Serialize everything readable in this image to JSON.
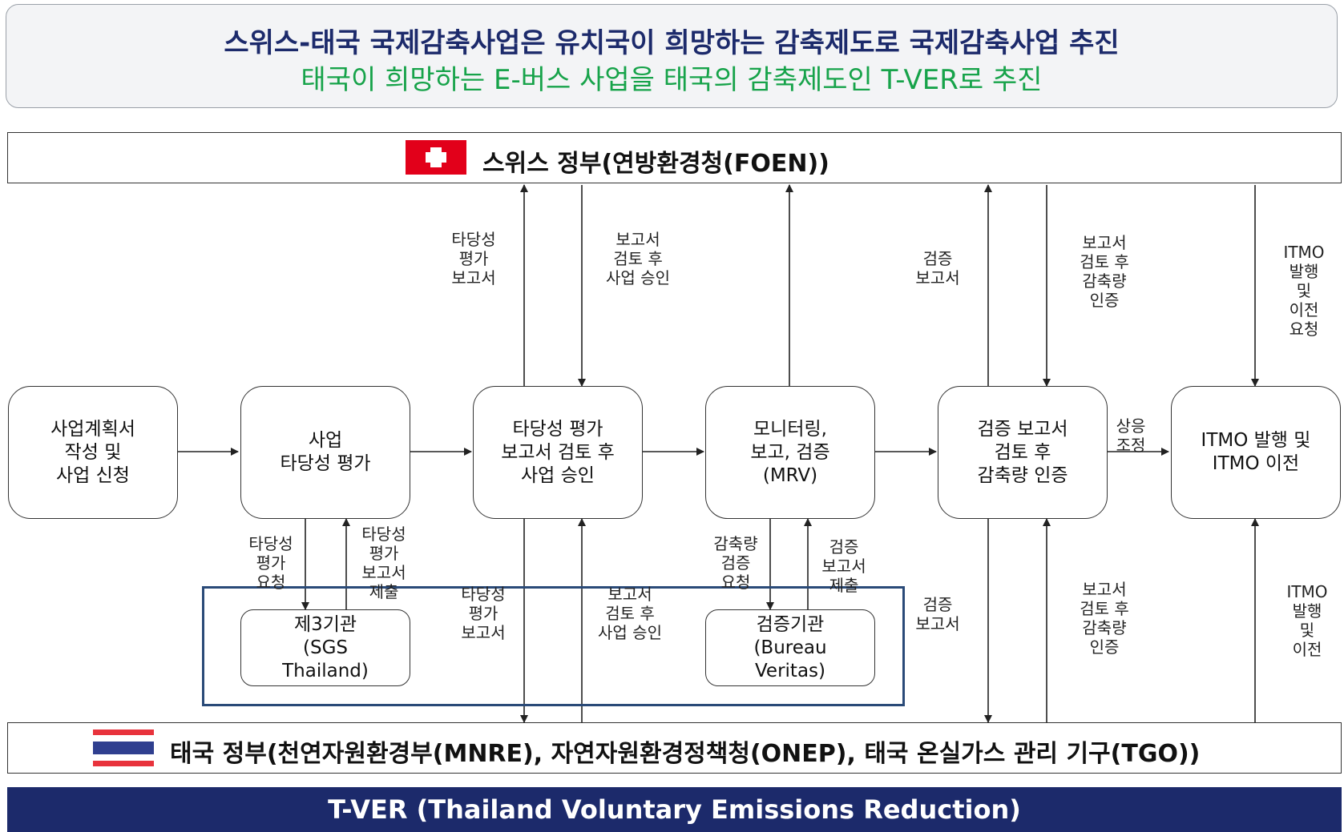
{
  "header": {
    "line1": "스위스-태국 국제감축사업은 유치국이 희망하는 감축제도로 국제감축사업 추진",
    "line2": "태국이 희망하는 E-버스 사업을 태국의 감축제도인 T-VER로 추진"
  },
  "swiss_gov": {
    "label": "스위스 정부(연방환경청(FOEN))"
  },
  "thai_gov": {
    "label": "태국 정부(천연자원환경부(MNRE), 자연자원환경정책청(ONEP), 태국 온실가스 관리 기구(TGO))"
  },
  "nodes": [
    "사업계획서\n작성 및\n사업 신청",
    "사업\n타당성 평가",
    "타당성 평가\n보고서 검토 후\n사업 승인",
    "모니터링,\n보고, 검증\n(MRV)",
    "검증 보고서\n검토 후\n감축량 인증",
    "ITMO 발행 및\nITMO 이전"
  ],
  "agencies": {
    "third_party": "제3기관\n(SGS\nThailand)",
    "verifier": "검증기관\n(Bureau\nVeritas)"
  },
  "labels": {
    "up_feasibility_report": "타당성\n평가\n보고서",
    "down_review_approve": "보고서\n검토 후\n사업 승인",
    "up_verification_report": "검증\n보고서",
    "down_review_certify": "보고서\n검토 후\n감축량\n인증",
    "down_itmo_request": "ITMO\n발행 및\n이전 요청",
    "feasibility_request": "타당성\n평가\n요청",
    "feasibility_submit": "타당성\n평가\n보고서\n제출",
    "reduction_verify_request": "감축량\n검증\n요청",
    "verification_submit": "검증\n보고서\n제출",
    "low_feasibility_report": "타당성\n평가\n보고서",
    "low_review_approve": "보고서\n검토 후\n사업 승인",
    "low_verification_report": "검증\n보고서",
    "low_review_certify": "보고서\n검토 후\n감축량\n인증",
    "low_itmo": "ITMO\n발행 및\n이전",
    "corresponding_adjustment": "상응\n조정"
  },
  "footer": {
    "label": "T-VER (Thailand Voluntary Emissions Reduction)"
  },
  "colors": {
    "navy": "#1c2a6b",
    "green": "#17a34a",
    "swiss_red": "#e2001a",
    "thai_red": "#e8333c",
    "thai_blue": "#2f3f8f"
  }
}
